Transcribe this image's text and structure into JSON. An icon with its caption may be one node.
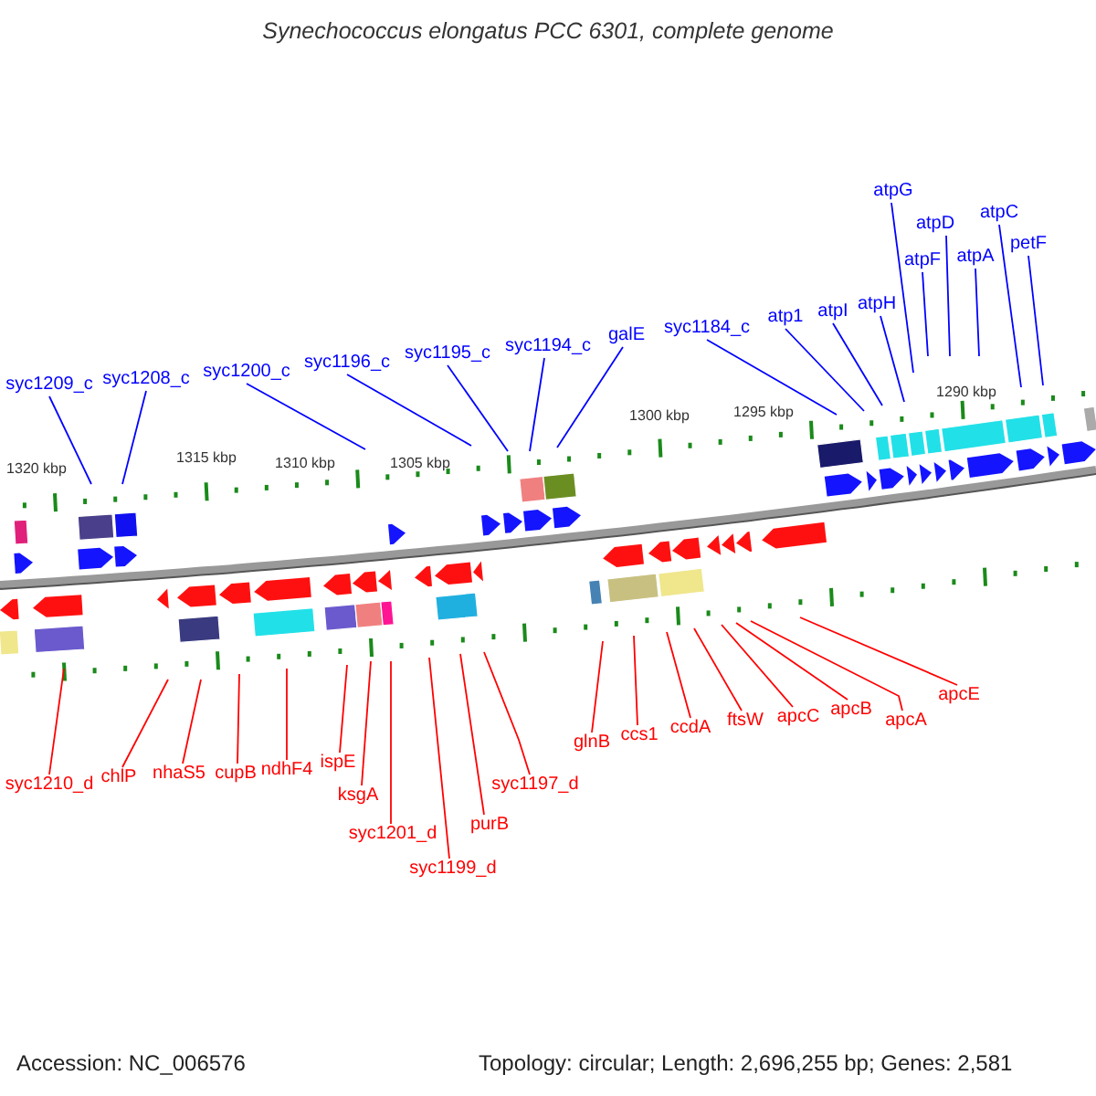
{
  "diagram": {
    "title": "Synechococcus elongatus PCC 6301, complete genome",
    "nodes": [
      {
        "text": [
          "syc1209_c"
        ]
      },
      {
        "text": [
          "syc1208_c"
        ]
      },
      {
        "text": [
          "syc1200_c"
        ]
      },
      {
        "text": [
          "syc1196_c"
        ]
      },
      {
        "text": [
          "syc1195_c"
        ]
      },
      {
        "text": [
          "syc1194_c"
        ]
      },
      {
        "text": [
          "galE"
        ]
      },
      {
        "text": [
          "syc1184_c"
        ]
      },
      {
        "text": [
          "atp1"
        ]
      },
      {
        "text": [
          "atpI"
        ]
      },
      {
        "text": [
          "atpH"
        ]
      },
      {
        "text": [
          "atpG"
        ]
      },
      {
        "text": [
          "atpF"
        ]
      },
      {
        "text": [
          "atpD"
        ]
      },
      {
        "text": [
          "atpA"
        ]
      },
      {
        "text": [
          "atpC"
        ]
      },
      {
        "text": [
          "petF"
        ]
      },
      {
        "text": [
          "syc1210_d"
        ]
      },
      {
        "text": [
          "chlP"
        ]
      },
      {
        "text": [
          "nhaS5"
        ]
      },
      {
        "text": [
          "cupB"
        ]
      },
      {
        "text": [
          "ndhF4"
        ]
      },
      {
        "text": [
          "ispE"
        ]
      },
      {
        "text": [
          "ksgA"
        ]
      },
      {
        "text": [
          "syc1201_d"
        ]
      },
      {
        "text": [
          "syc1199_d"
        ]
      },
      {
        "text": [
          "purB"
        ]
      },
      {
        "text": [
          "syc1197_d"
        ]
      },
      {
        "text": [
          "glnB"
        ]
      },
      {
        "text": [
          "ccs1"
        ]
      },
      {
        "text": [
          "ccdA"
        ]
      },
      {
        "text": [
          "ftsW"
        ]
      },
      {
        "text": [
          "apcC"
        ]
      },
      {
        "text": [
          "apcB"
        ]
      },
      {
        "text": [
          "apcA"
        ]
      },
      {
        "text": [
          "apcE"
        ]
      }
    ],
    "edges": [
      {
        "from": 0,
        "to": null,
        "arrow": "none",
        "color": "#0000ff"
      },
      {
        "from": 1,
        "to": null,
        "arrow": "none",
        "color": "#0000ff"
      },
      {
        "from": 2,
        "to": null,
        "arrow": "none",
        "color": "#0000ff"
      },
      {
        "from": 3,
        "to": null,
        "arrow": "none",
        "color": "#0000ff"
      },
      {
        "from": 4,
        "to": null,
        "arrow": "none",
        "color": "#0000ff"
      },
      {
        "from": 5,
        "to": null,
        "arrow": "none",
        "color": "#0000ff"
      },
      {
        "from": 6,
        "to": null,
        "arrow": "none",
        "color": "#0000ff"
      },
      {
        "from": 7,
        "to": null,
        "arrow": "none",
        "color": "#0000ff"
      },
      {
        "from": 8,
        "to": null,
        "arrow": "none",
        "color": "#0000ff"
      },
      {
        "from": 9,
        "to": null,
        "arrow": "none",
        "color": "#0000ff"
      },
      {
        "from": 10,
        "to": null,
        "arrow": "none",
        "color": "#0000ff"
      },
      {
        "from": 11,
        "to": null,
        "arrow": "none",
        "color": "#0000ff"
      },
      {
        "from": 12,
        "to": null,
        "arrow": "none",
        "color": "#0000ff"
      },
      {
        "from": 13,
        "to": null,
        "arrow": "none",
        "color": "#0000ff"
      },
      {
        "from": 14,
        "to": null,
        "arrow": "none",
        "color": "#0000ff"
      },
      {
        "from": 15,
        "to": null,
        "arrow": "none",
        "color": "#0000ff"
      },
      {
        "from": 16,
        "to": null,
        "arrow": "none",
        "color": "#0000ff"
      },
      {
        "from": 17,
        "to": null,
        "arrow": "none"
      },
      {
        "from": 18,
        "to": null,
        "arrow": "none"
      },
      {
        "from": 19,
        "to": null,
        "arrow": "none"
      },
      {
        "from": 20,
        "to": null,
        "arrow": "none"
      },
      {
        "from": 21,
        "to": null,
        "arrow": "none"
      },
      {
        "from": 22,
        "to": null,
        "arrow": "none"
      },
      {
        "from": 23,
        "to": null,
        "arrow": "none"
      },
      {
        "from": 24,
        "to": null,
        "arrow": "none"
      },
      {
        "from": 25,
        "to": null,
        "arrow": "none"
      },
      {
        "from": 26,
        "to": null,
        "arrow": "none"
      },
      {
        "from": 27,
        "to": null,
        "arrow": "none"
      },
      {
        "from": 28,
        "to": null,
        "arrow": "none"
      },
      {
        "from": 29,
        "to": null,
        "arrow": "none"
      },
      {
        "from": 30,
        "to": null,
        "arrow": "none"
      },
      {
        "from": 31,
        "to": null,
        "arrow": "none"
      },
      {
        "from": 32,
        "to": null,
        "arrow": "none"
      },
      {
        "from": 33,
        "to": null,
        "arrow": "none"
      },
      {
        "from": 34,
        "to": null,
        "arrow": "none"
      },
      {
        "from": 35,
        "to": null,
        "arrow": "none"
      }
    ],
    "labels": [
      "1320 kbp",
      "1315 kbp",
      "1310 kbp",
      "1305 kbp",
      "1300 kbp",
      "1295 kbp",
      "1290 kbp",
      "Accession: NC_006576",
      "Topology: circular; Length: 2,696,255 bp; Genes: 2,581"
    ]
  }
}
